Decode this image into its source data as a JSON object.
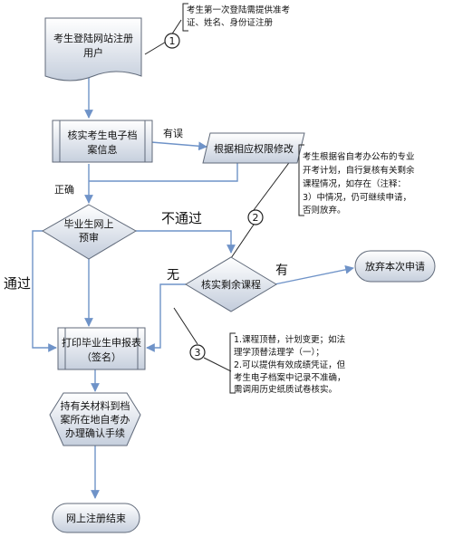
{
  "nodes": {
    "register": [
      "考生登陆网站注册",
      "用户"
    ],
    "verify_archive": [
      "核实考生电子档",
      "案信息"
    ],
    "modify_by_permission": "根据相应权限修改",
    "grad_online_review": [
      "毕业生网上",
      "预审"
    ],
    "verify_remaining_courses": "核实剩余课程",
    "give_up": "放弃本次申请",
    "print_form": [
      "打印毕业生申报表",
      "（签名）"
    ],
    "bring_materials": [
      "持有关材料到档",
      "案所在地自考办",
      "办理确认手续"
    ],
    "online_registration_end": "网上注册结束"
  },
  "notes": {
    "note1": [
      "考生第一次登陆需提供准考",
      "证、姓名、身份证注册"
    ],
    "note2": [
      "考生根据省自考办公布的专业",
      "开考计划，自行复核有关剩余",
      "课程情况，如存在（注释：",
      "3）中情况，仍可继续申请，",
      "否则放弃。"
    ],
    "note3": [
      "1.课程顶替，计划变更；如法",
      "理学顶替法理学（一）；",
      "2.可以提供有效成绩凭证，但",
      "考生电子档案中记录不准确，",
      "需调用历史纸质试卷核实。"
    ]
  },
  "markers": {
    "m1": "1",
    "m2": "2",
    "m3": "3"
  },
  "edge_labels": {
    "wrong": "有误",
    "correct": "正确",
    "fail": "不通过",
    "pass": "通过",
    "none": "无",
    "has": "有"
  },
  "colors": {
    "node_fill_top": "#ffffff",
    "node_fill_bottom": "#c9d2e0",
    "node_stroke": "#606a7a",
    "arrow": "#6f93c8",
    "line": "#222222"
  }
}
